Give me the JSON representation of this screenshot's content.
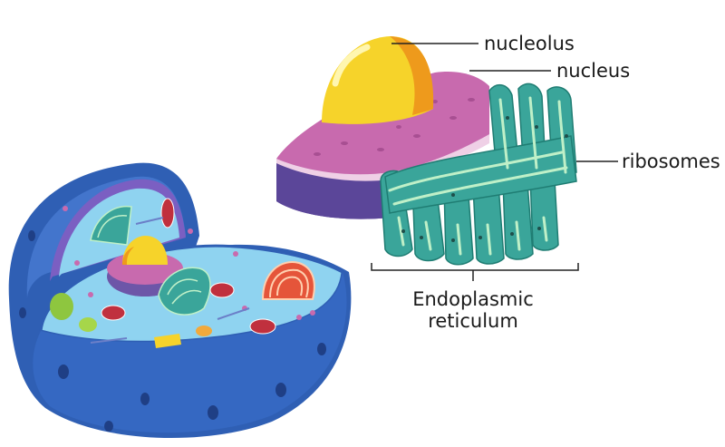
{
  "labels": {
    "nucleolus": "nucleolus",
    "nucleus": "nucleus",
    "ribosomes": "ribosomes",
    "er_line1": "Endoplasmic",
    "er_line2": "reticulum"
  },
  "colors": {
    "cell_membrane_dark": "#2f5fb4",
    "cell_membrane_light": "#4b7fd6",
    "cytoplasm": "#8fd3f0",
    "nucleus_purple": "#c86aae",
    "nucleus_side": "#6d56a8",
    "nucleolus_yellow": "#f6d32a",
    "nucleolus_orange": "#ee9a1c",
    "er_teal": "#3aa59a",
    "er_light": "#bff0c8",
    "golgi_red": "#e5553a",
    "mitochondria": "#c0303e",
    "leader_line": "#222222"
  },
  "icons": [
    "cell-cross-section-illustration",
    "nucleus-illustration",
    "endoplasmic-reticulum-illustration"
  ]
}
